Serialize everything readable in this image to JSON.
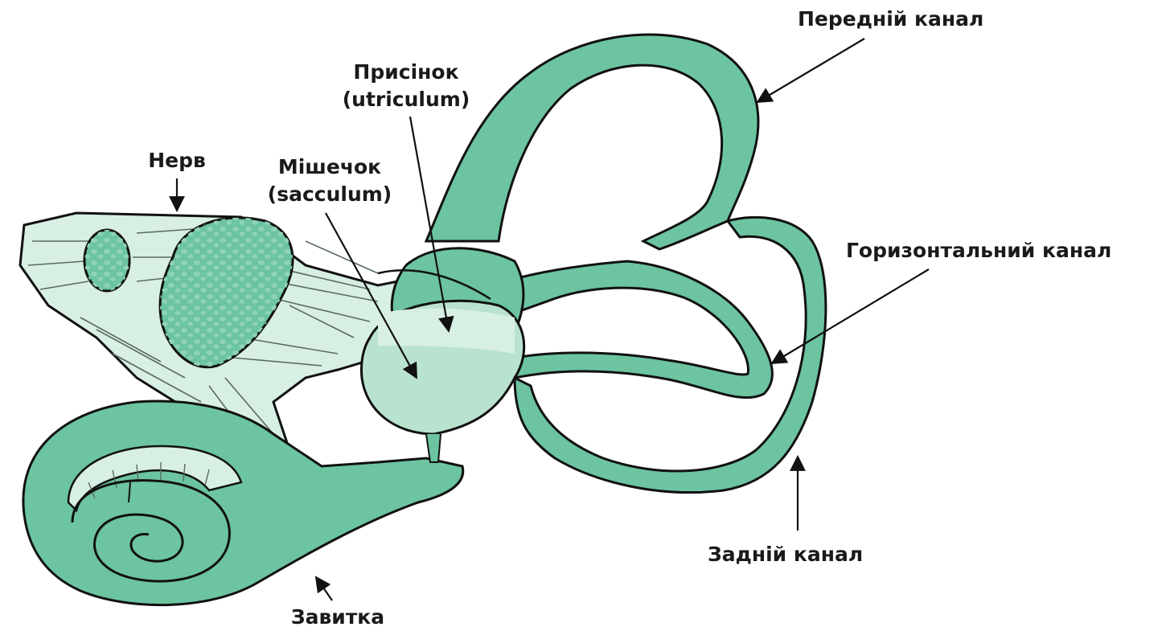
{
  "labels": {
    "anterior": "Передній канал",
    "utricle_line1": "Присінок",
    "utricle_line2": "(utriculum)",
    "saccule_line1": "Мішечок",
    "saccule_line2": "(sacculum)",
    "nerve": "Нерв",
    "horizontal": "Горизонтальний канал",
    "posterior": "Задній канал",
    "cochlea": "Завитка"
  },
  "colors": {
    "membrane": "#6cc4a1",
    "membrane_light": "#cbe9dc",
    "nerve_fiber": "#d8efe3",
    "outline": "#111111",
    "background": "#ffffff"
  }
}
